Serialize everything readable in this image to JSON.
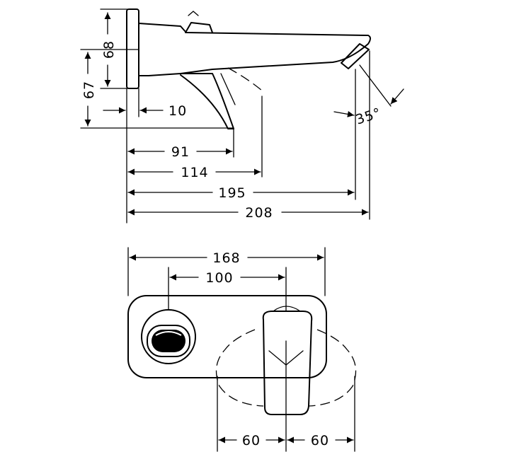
{
  "side_view": {
    "dim_68": "68",
    "dim_67": "67",
    "dim_10": "10",
    "dim_91": "91",
    "dim_114": "114",
    "dim_195": "195",
    "dim_208": "208",
    "angle_35": "35°"
  },
  "top_view": {
    "dim_168": "168",
    "dim_100": "100",
    "dim_60_left": "60",
    "dim_60_right": "60"
  }
}
